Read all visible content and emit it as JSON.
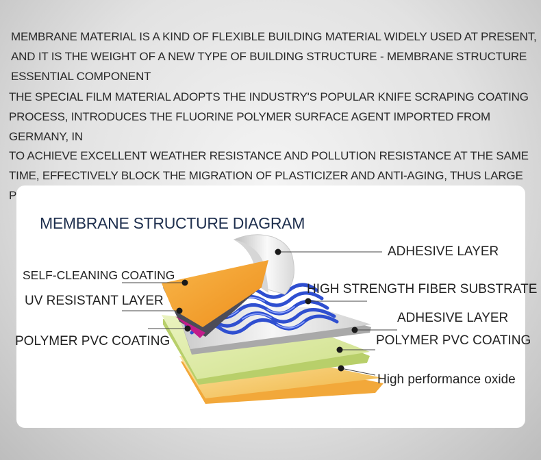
{
  "intro": {
    "paragraph_1": "MEMBRANE MATERIAL IS A KIND OF FLEXIBLE BUILDING MATERIAL WIDELY USED AT PRESENT,\nAND IT IS THE WEIGHT OF A NEW TYPE OF BUILDING STRUCTURE - MEMBRANE STRUCTURE\nESSENTIAL COMPONENT",
    "paragraph_2": "THE SPECIAL FILM MATERIAL ADOPTS THE INDUSTRY'S POPULAR KNIFE SCRAPING COATING\nPROCESS, INTRODUCES THE FLUORINE POLYMER SURFACE AGENT IMPORTED FROM GERMANY, IN\nTO ACHIEVE EXCELLENT WEATHER RESISTANCE AND POLLUTION RESISTANCE AT THE SAME\nTIME, EFFECTIVELY BLOCK THE MIGRATION OF PLASTICIZER AND ANTI-AGING, THUS LARGE\nPROLONG THE SERVICE LIFE OF THE FILM."
  },
  "diagram": {
    "title": "MEMBRANE STRUCTURE DIAGRAM",
    "labels_left": {
      "self_cleaning": "SELF-CLEANING COATING",
      "uv_resistant": "UV RESISTANT LAYER",
      "polymer_pvc": "POLYMER PVC COATING"
    },
    "labels_right": {
      "adhesive_top": "ADHESIVE LAYER",
      "fiber_substrate": "HIGH STRENGTH FIBER SUBSTRATE",
      "adhesive_mid": "ADHESIVE LAYER",
      "polymer_pvc": "POLYMER PVC COATING",
      "oxide": "High performance oxide"
    },
    "colors": {
      "self_cleaning": "#f39a2a",
      "fiber": "#2f4fd0",
      "pvc_green": "#dbeaa0",
      "oxide": "#f6c055",
      "adhesive": "#e4e4e4",
      "title": "#1e2f4e"
    }
  }
}
